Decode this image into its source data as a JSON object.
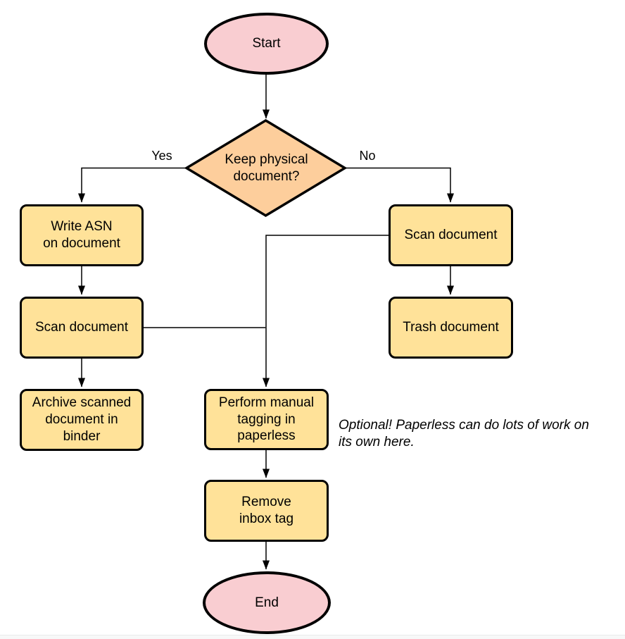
{
  "diagram": {
    "type": "flowchart",
    "nodes": {
      "start": "Start",
      "decision": "Keep physical\ndocument?",
      "write_asn": "Write ASN\non document",
      "scan_left": "Scan document",
      "archive": "Archive scanned\ndocument in\nbinder",
      "scan_right": "Scan document",
      "trash": "Trash document",
      "tagging": "Perform manual\ntagging in\npaperless",
      "remove_inbox": "Remove\ninbox tag",
      "end": "End"
    },
    "edges": [
      {
        "from": "start",
        "to": "decision",
        "label": ""
      },
      {
        "from": "decision",
        "to": "write_asn",
        "label": "Yes"
      },
      {
        "from": "decision",
        "to": "scan_right",
        "label": "No"
      },
      {
        "from": "write_asn",
        "to": "scan_left",
        "label": ""
      },
      {
        "from": "scan_left",
        "to": "archive",
        "label": ""
      },
      {
        "from": "scan_right",
        "to": "trash",
        "label": ""
      },
      {
        "from": "scan_right",
        "to": "tagging",
        "label": ""
      },
      {
        "from": "scan_left",
        "to": "tagging",
        "label": ""
      },
      {
        "from": "tagging",
        "to": "remove_inbox",
        "label": ""
      },
      {
        "from": "remove_inbox",
        "to": "end",
        "label": ""
      }
    ],
    "note": "Optional! Paperless can do lots of work on\nits own here.",
    "colors": {
      "terminator-fill": "#f9cdd1",
      "decision-fill": "#fdce9c",
      "process-fill": "#ffe299",
      "stroke": "#000000",
      "note-text": "#000000"
    }
  }
}
